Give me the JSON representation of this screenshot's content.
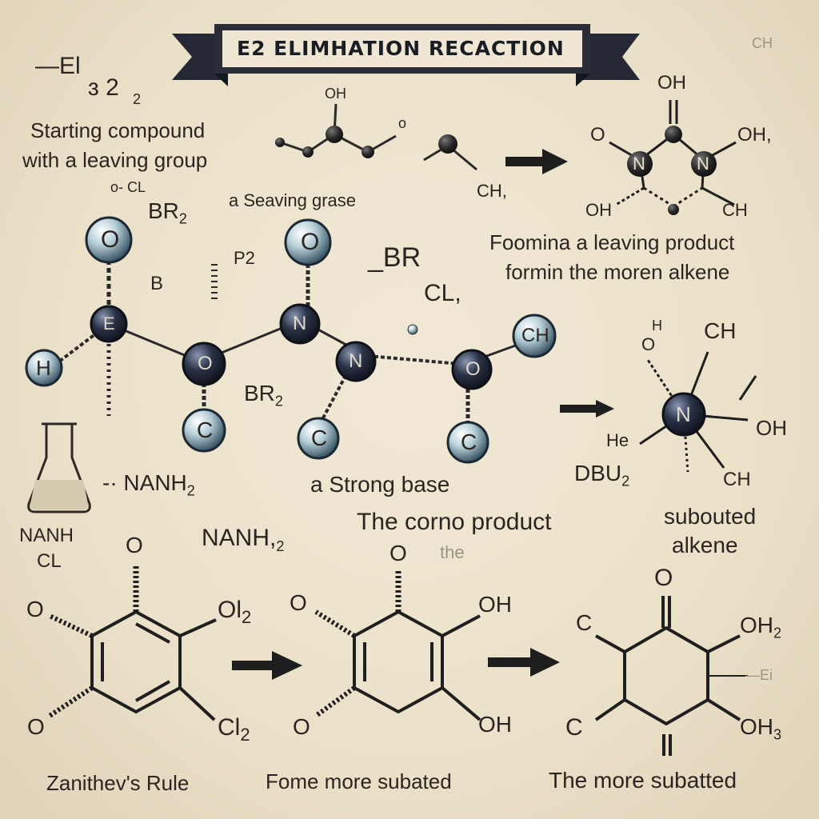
{
  "banner": {
    "title": "E2 ELIMHATION RECACTION"
  },
  "labels": {
    "corner_tl_1": "—El",
    "corner_tl_2": "ɜ 2",
    "corner_tl_sub": "2",
    "corner_tr": "CH",
    "starting_line1": "Starting compound",
    "starting_line2": "with a leaving group",
    "o_cl": "o- CL",
    "br2_a": "BR",
    "br2_a_sub": "2",
    "leaving_grase": "a Seaving grase",
    "top_oh_small": "OH",
    "top_o_small": "o",
    "ch_top_mid": "CH,",
    "top_right_oh": "OH",
    "top_right_oh_comma": "OH,",
    "top_right_o": "O",
    "top_right_n": "N",
    "top_right_n2": "N",
    "top_right_oh_bottom": "OH",
    "top_right_ch": "CH",
    "forming_line1": "Foomina a  leaving product",
    "forming_line2": "formin the moren alkene",
    "p2": "P2",
    "b_label": "B",
    "br_mid": "_BR",
    "cl_mid": "CL,",
    "br2_mid": "BR",
    "br2_mid_sub": "2",
    "atom_o1": "O",
    "atom_e": "E",
    "atom_h": "H",
    "atom_o2": "O",
    "atom_c1": "C",
    "atom_o3": "O",
    "atom_n1": "N",
    "atom_n2": "N",
    "atom_c2": "C",
    "atom_o4": "O",
    "atom_c3": "C",
    "atom_ch": "CH",
    "right_h": "H",
    "right_o": "O",
    "right_ch3": "CH",
    "right_n": "N",
    "right_he": "He",
    "right_oh": "OH",
    "dbu": "DBU",
    "dbu_sub": "2",
    "right_ch": "CH",
    "nanh2": "-· NANH",
    "nanh2_sub": "2",
    "flask_line1": "NANH",
    "flask_line2": "CL",
    "strong_base": "a Strong base",
    "corno_product": "The corno product",
    "subouted_line1": "subouted",
    "subouted_line2": "alkene",
    "nanh2_b": "NANH,",
    "nanh2_b_sub": "2",
    "the_small": "the",
    "ring1_o_top": "O",
    "ring1_o_left": "O",
    "ring1_o_bl": "O",
    "ring1_ol2": "Ol",
    "ring1_ol2_sub": "2",
    "ring1_cl2": "Cl",
    "ring1_cl2_sub": "2",
    "ring2_o_top": "O",
    "ring2_o_left": "O",
    "ring2_o_bl": "O",
    "ring2_oh": "OH",
    "ring2_oh2": "OH",
    "ring3_o_top": "O",
    "ring3_c_left": "C",
    "ring3_c_bl": "C",
    "ring3_oh2": "OH",
    "ring3_oh2_sub": "2",
    "ring3_oh3": "OH",
    "ring3_oh3_sub": "3",
    "ring3_ei": "—Ei",
    "bottom_rule": "Zanithev's Rule",
    "bottom_mid": "Fome more subated",
    "bottom_right": "The more subatted"
  }
}
